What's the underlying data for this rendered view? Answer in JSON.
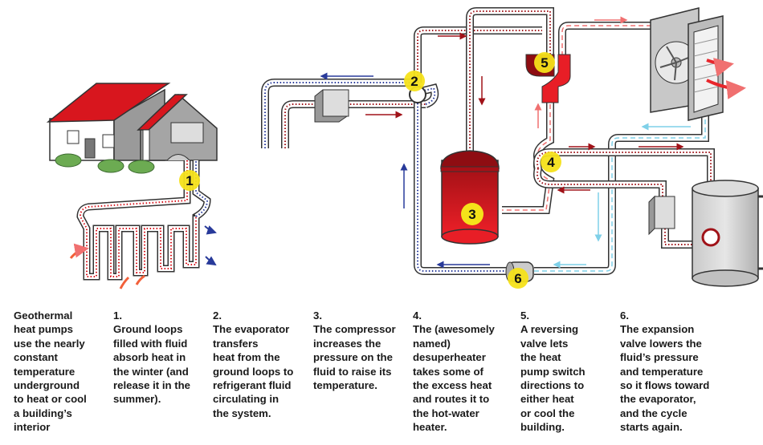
{
  "intro": "Geothermal\nheat pumps\nuse the nearly\nconstant\ntemperature\nunderground\nto heat or cool\na building’s\ninterior",
  "steps": [
    {
      "num": "1.",
      "badge": "1",
      "text": "Ground loops\nfilled with fluid\nabsorb heat in\nthe winter (and\nrelease it in the\nsummer)."
    },
    {
      "num": "2.",
      "badge": "2",
      "text": "The evaporator\ntransfers\nheat from the\nground loops to\nrefrigerant fluid\ncirculating in\nthe system."
    },
    {
      "num": "3.",
      "badge": "3",
      "text": "The compressor\nincreases the\npressure on the\nfluid to raise its\ntemperature."
    },
    {
      "num": "4.",
      "badge": "4",
      "text": "The (awesomely\nnamed)\ndesuperheater\ntakes some of\nthe excess heat\nand routes it to\nthe hot-water\nheater."
    },
    {
      "num": "5.",
      "badge": "5",
      "text": "A reversing\nvalve lets\nthe heat\npump switch\ndirections to\neither heat\nor cool the\nbuilding."
    },
    {
      "num": "6.",
      "badge": "6",
      "text": "The expansion\nvalve lowers the\nfluid’s pressure\nand temperature\nso it flows toward\nthe evaporator,\nand the cycle\nstarts again."
    }
  ],
  "colors": {
    "roof_red": "#d8161e",
    "hot_red": "#a01218",
    "warm_arrow": "#f2603a",
    "cold_blue": "#283a9a",
    "light_blue": "#7fd0e8",
    "badge_yellow": "#f5e21a",
    "gray": "#b5b5b5"
  }
}
